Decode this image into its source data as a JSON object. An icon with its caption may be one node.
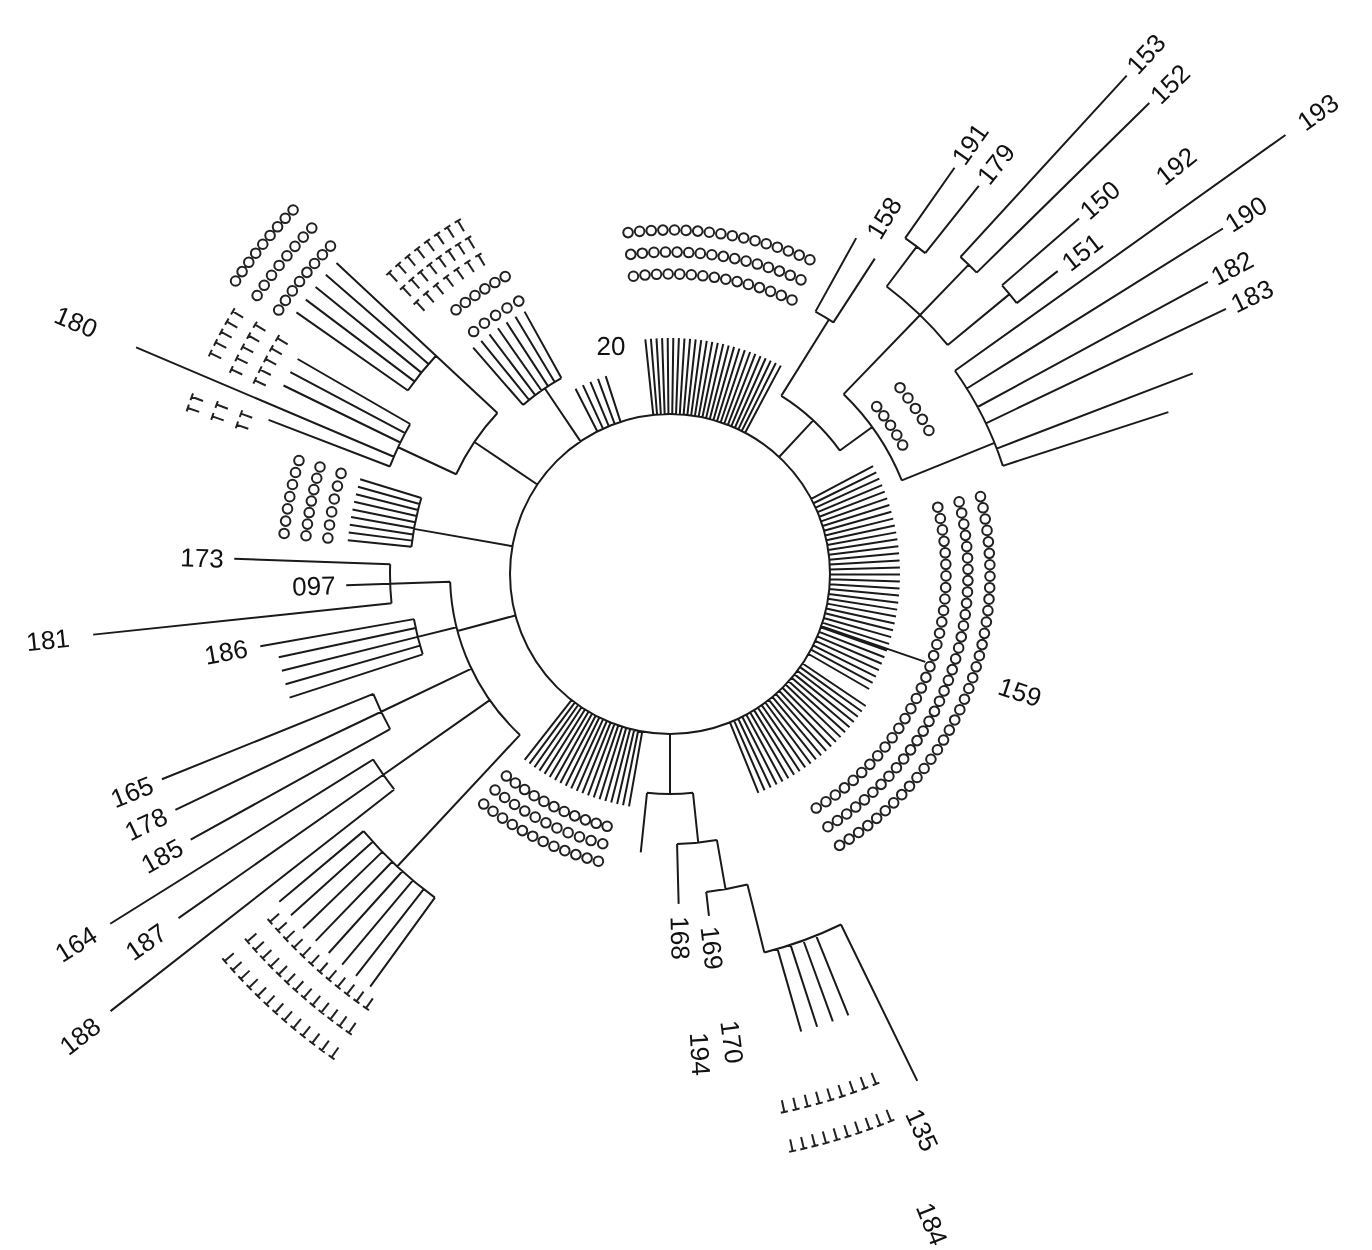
{
  "diagram": {
    "labels": [
      "153",
      "152",
      "193",
      "191",
      "179",
      "150",
      "192",
      "190",
      "151",
      "182",
      "183",
      "158",
      "180",
      "20",
      "173",
      "097",
      "181",
      "186",
      "159",
      "165",
      "178",
      "185",
      "169",
      "168",
      "187",
      "164",
      "188",
      "170",
      "194",
      "135",
      "184"
    ]
  }
}
